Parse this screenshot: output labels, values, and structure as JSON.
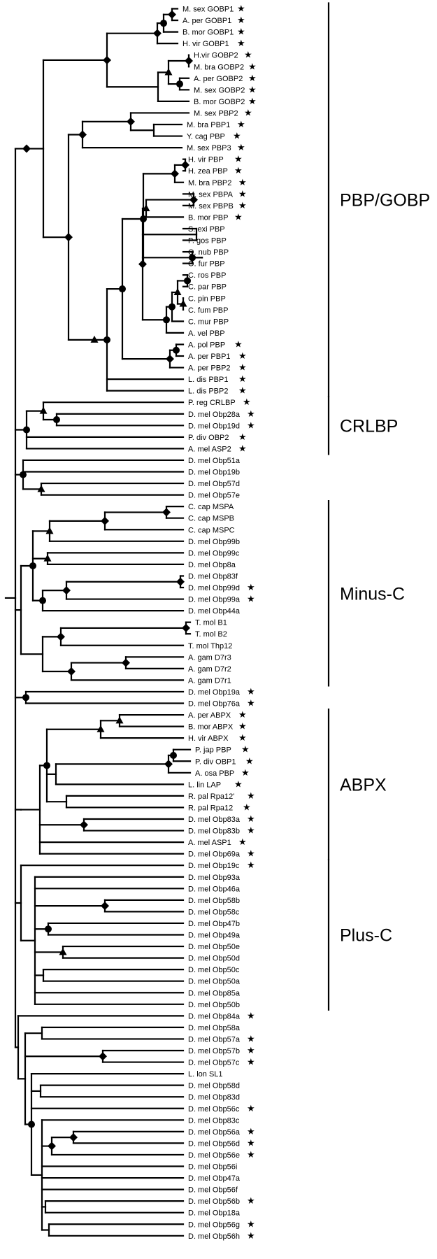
{
  "leaves": [
    {
      "label": "M. sex GOBP1",
      "star": true
    },
    {
      "label": "A. per GOBP1",
      "star": true
    },
    {
      "label": "B. mor GOBP1",
      "star": true
    },
    {
      "label": "H. vir GOBP1",
      "star": true
    },
    {
      "label": "H.vir GOBP2",
      "star": true
    },
    {
      "label": "M. bra GOBP2",
      "star": true
    },
    {
      "label": "A. per GOBP2",
      "star": true
    },
    {
      "label": "M. sex GOBP2",
      "star": true
    },
    {
      "label": "B. mor GOBP2",
      "star": true
    },
    {
      "label": "M. sex PBP2",
      "star": true
    },
    {
      "label": "M. bra PBP1",
      "star": true
    },
    {
      "label": "Y. cag PBP",
      "star": true
    },
    {
      "label": "M. sex PBP3",
      "star": true
    },
    {
      "label": "H. vir PBP",
      "star": true
    },
    {
      "label": "H. zea PBP",
      "star": true
    },
    {
      "label": "M. bra PBP2",
      "star": true
    },
    {
      "label": "M. sex PBPA",
      "star": true
    },
    {
      "label": "M. sex PBPB",
      "star": true
    },
    {
      "label": "B. mor PBP",
      "star": true
    },
    {
      "label": "S. exi PBP",
      "star": false
    },
    {
      "label": "P. gos PBP",
      "star": false
    },
    {
      "label": "O. nub PBP",
      "star": false
    },
    {
      "label": "O. fur PBP",
      "star": false
    },
    {
      "label": "C. ros PBP",
      "star": false
    },
    {
      "label": "C. par PBP",
      "star": false
    },
    {
      "label": "C. pin PBP",
      "star": false
    },
    {
      "label": "C. fum PBP",
      "star": false
    },
    {
      "label": "C. mur PBP",
      "star": false
    },
    {
      "label": "A. vel PBP",
      "star": false
    },
    {
      "label": "A. pol PBP",
      "star": true
    },
    {
      "label": "A. per PBP1",
      "star": true
    },
    {
      "label": "A. per PBP2",
      "star": true
    },
    {
      "label": "L. dis PBP1",
      "star": true
    },
    {
      "label": "L. dis PBP2",
      "star": true
    },
    {
      "label": "P. reg CRLBP",
      "star": true
    },
    {
      "label": "D. mel Obp28a",
      "star": true
    },
    {
      "label": "D. mel Obp19d",
      "star": true
    },
    {
      "label": "P. div OBP2",
      "star": true
    },
    {
      "label": "A. mel ASP2",
      "star": true
    },
    {
      "label": "D. mel Obp51a",
      "star": false
    },
    {
      "label": "D. mel Obp19b",
      "star": false
    },
    {
      "label": "D. mel Obp57d",
      "star": false
    },
    {
      "label": "D. mel Obp57e",
      "star": false
    },
    {
      "label": "C. cap MSPA",
      "star": false
    },
    {
      "label": "C. cap MSPB",
      "star": false
    },
    {
      "label": "C. cap MSPC",
      "star": false
    },
    {
      "label": "D. mel Obp99b",
      "star": false
    },
    {
      "label": "D. mel Obp99c",
      "star": false
    },
    {
      "label": "D. mel Obp8a",
      "star": false
    },
    {
      "label": "D. mel Obp83f",
      "star": false
    },
    {
      "label": "D. mel Obp99d",
      "star": true
    },
    {
      "label": "D. mel Obp99a",
      "star": true
    },
    {
      "label": "D. mel Obp44a",
      "star": false
    },
    {
      "label": "T. mol B1",
      "star": false
    },
    {
      "label": "T. mol B2",
      "star": false
    },
    {
      "label": "T. mol Thp12",
      "star": false
    },
    {
      "label": "A. gam D7r3",
      "star": false
    },
    {
      "label": "A. gam D7r2",
      "star": false
    },
    {
      "label": "A. gam D7r1",
      "star": false
    },
    {
      "label": "D. mel Obp19a",
      "star": true
    },
    {
      "label": "D. mel Obp76a",
      "star": true
    },
    {
      "label": "A. per ABPX",
      "star": true
    },
    {
      "label": "B. mor ABPX",
      "star": true
    },
    {
      "label": "H. vir ABPX",
      "star": true
    },
    {
      "label": "P. jap PBP",
      "star": true
    },
    {
      "label": "P. div OBP1",
      "star": true
    },
    {
      "label": "A. osa PBP",
      "star": true
    },
    {
      "label": "L. lin LAP",
      "star": true
    },
    {
      "label": "R. pal Rpa12'",
      "star": true
    },
    {
      "label": "R. pal Rpa12",
      "star": true
    },
    {
      "label": "D. mel Obp83a",
      "star": true
    },
    {
      "label": "D. mel Obp83b",
      "star": true
    },
    {
      "label": "A. mel ASP1",
      "star": true
    },
    {
      "label": "D. mel Obp69a",
      "star": true
    },
    {
      "label": "D. mel Obp19c",
      "star": true
    },
    {
      "label": "D. mel Obp93a",
      "star": false
    },
    {
      "label": "D. mel Obp46a",
      "star": false
    },
    {
      "label": "D. mel Obp58b",
      "star": false
    },
    {
      "label": "D. mel Obp58c",
      "star": false
    },
    {
      "label": "D. mel Obp47b",
      "star": false
    },
    {
      "label": "D. mel Obp49a",
      "star": false
    },
    {
      "label": "D. mel Obp50e",
      "star": false
    },
    {
      "label": "D. mel Obp50d",
      "star": false
    },
    {
      "label": "D. mel Obp50c",
      "star": false
    },
    {
      "label": "D. mel Obp50a",
      "star": false
    },
    {
      "label": "D. mel Obp85a",
      "star": false
    },
    {
      "label": "D. mel Obp50b",
      "star": false
    },
    {
      "label": "D. mel Obp84a",
      "star": true
    },
    {
      "label": "D. mel Obp58a",
      "star": false
    },
    {
      "label": "D. mel Obp57a",
      "star": true
    },
    {
      "label": "D. mel Obp57b",
      "star": true
    },
    {
      "label": "D. mel Obp57c",
      "star": true
    },
    {
      "label": "L. lon SL1",
      "star": false
    },
    {
      "label": "D. mel Obp58d",
      "star": false
    },
    {
      "label": "D. mel Obp83d",
      "star": false
    },
    {
      "label": "D. mel Obp56c",
      "star": true
    },
    {
      "label": "D. mel Obp83c",
      "star": false
    },
    {
      "label": "D. mel Obp56a",
      "star": true
    },
    {
      "label": "D. mel Obp56d",
      "star": true
    },
    {
      "label": "D. mel Obp56e",
      "star": true
    },
    {
      "label": "D. mel Obp56i",
      "star": false
    },
    {
      "label": "D. mel Obp47a",
      "star": false
    },
    {
      "label": "D. mel Obp56f",
      "star": false
    },
    {
      "label": "D. mel Obp56b",
      "star": true
    },
    {
      "label": "D. mel Obp18a",
      "star": false
    },
    {
      "label": "D. mel Obp56g",
      "star": true
    },
    {
      "label": "D. mel Obp56h",
      "star": true
    }
  ],
  "star_symbol": "★",
  "groups": [
    {
      "label": "PBP/GOBP",
      "first": 0,
      "last": 33
    },
    {
      "label": "CRLBP",
      "first": 34,
      "last": 38
    },
    {
      "label": "Minus-C",
      "first": 43,
      "last": 58
    },
    {
      "label": "ABPX",
      "first": 61,
      "last": 73
    },
    {
      "label": "Plus-C",
      "first": 74,
      "last": 86
    }
  ],
  "legend_marker_types": [
    "diamond",
    "circle",
    "triangle"
  ]
}
